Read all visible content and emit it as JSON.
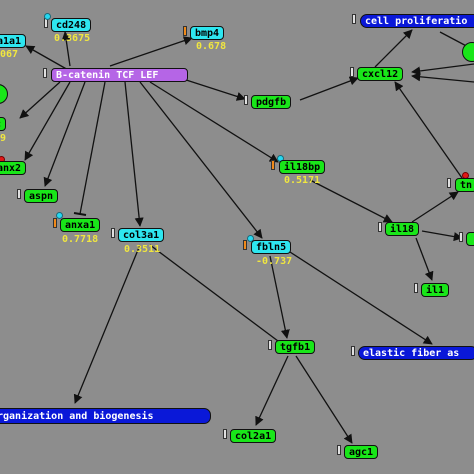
{
  "nodes": {
    "cd248": {
      "label": "cd248",
      "value": "0.3675"
    },
    "bmp4": {
      "label": "bmp4",
      "value": "0.678"
    },
    "cell_proliferation": {
      "label": "cell proliferatio"
    },
    "anxa1_left": {
      "label": "a1a1",
      "value": "067"
    },
    "beta_catenin": {
      "label": "B-catenin TCF LEF"
    },
    "cxcl12": {
      "label": "cxcl12"
    },
    "pdgfb": {
      "label": "pdgfb"
    },
    "c_node": {
      "label": "c",
      "value": "9"
    },
    "anx2": {
      "label": "anx2"
    },
    "il18bp": {
      "label": "il18bp",
      "value": "0.5171"
    },
    "aspn": {
      "label": "aspn"
    },
    "tn_right": {
      "label": "tn"
    },
    "anxa1": {
      "label": "anxa1",
      "value": "0.7718"
    },
    "col3a1": {
      "label": "col3a1",
      "value": "0.3511"
    },
    "fbln5": {
      "label": "fbln5",
      "value": "-0.737"
    },
    "il18": {
      "label": "il18"
    },
    "il1": {
      "label": "il1"
    },
    "tgfb1": {
      "label": "tgfb1"
    },
    "elastic_fiber": {
      "label": "elastic fiber as"
    },
    "organization": {
      "label": "rganization and biogenesis"
    },
    "col2a1": {
      "label": "col2a1"
    },
    "agc1": {
      "label": "agc1"
    }
  },
  "colors": {
    "background": "#8d8d8d",
    "gene_node": "#19e619",
    "highlight_node": "#2ee6f0",
    "pathway_node": "#b565e6",
    "process_node": "#0a18d8",
    "value_text": "#f0e640",
    "edge": "#111111"
  }
}
